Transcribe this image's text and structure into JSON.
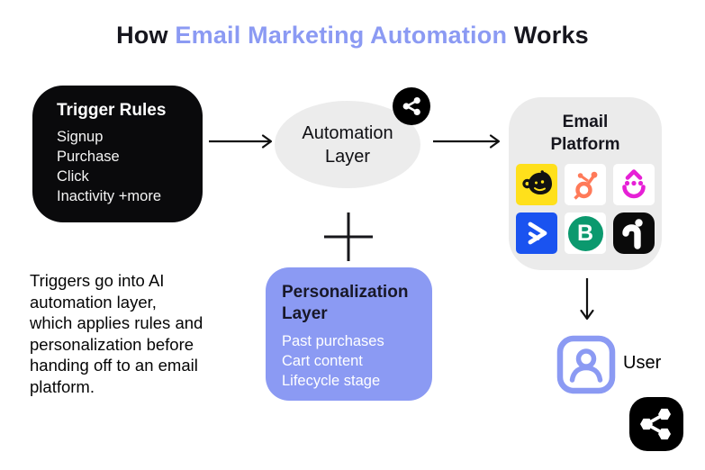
{
  "title": {
    "prefix": "How ",
    "accent": "Email Marketing Automation",
    "suffix": " Works"
  },
  "trigger_box": {
    "title": "Trigger Rules",
    "items": [
      "Signup",
      "Purchase",
      "Click",
      "Inactivity +more"
    ]
  },
  "automation_layer": {
    "label": "Automation Layer"
  },
  "plus_symbol": "+",
  "email_platform": {
    "title": "Email Platform",
    "platform_icons": [
      "mailchimp-icon",
      "hubspot-icon",
      "drip-icon",
      "activecampaign-icon",
      "brevo-icon",
      "omnisend-icon"
    ],
    "brevo_letter": "B"
  },
  "personalization_box": {
    "title": "Personalization Layer",
    "items": [
      "Past purchases",
      "Cart content",
      "Lifecycle stage"
    ]
  },
  "description_lines": [
    "Triggers go into AI",
    "automation layer,",
    "which applies rules and",
    "personalization before",
    "handing off to an email",
    "platform."
  ],
  "user": {
    "label": "User"
  },
  "colors": {
    "accent_periwinkle": "#8B9AF3",
    "title_dark": "#16161E",
    "trigger_black": "#0A0A0C",
    "layer_gray": "#ECECEC",
    "mailchimp_yellow": "#FFE01B",
    "hubspot_orange": "#FF7A59",
    "drip_magenta": "#E620D6",
    "activecampaign_blue": "#1A53F0",
    "brevo_green": "#0B996E",
    "omnisend_black": "#0A0A0A"
  }
}
